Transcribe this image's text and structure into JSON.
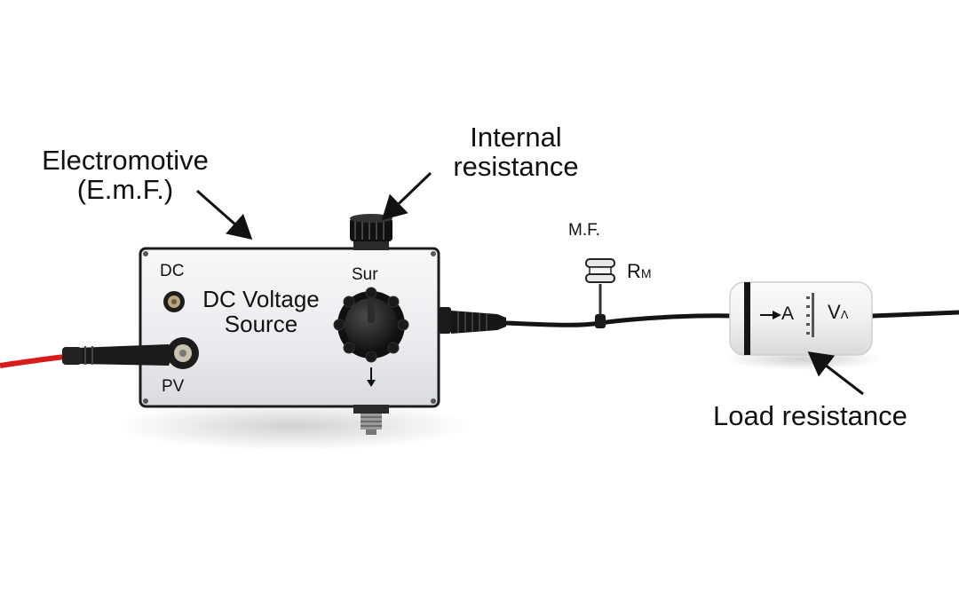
{
  "labels": {
    "emf_line1": "Electromotive",
    "emf_line2": "(E.m.F.)",
    "internal_line1": "Internal",
    "internal_line2": "resistance",
    "dc": "DC",
    "pv": "PV",
    "source_line1": "DC Voltage",
    "source_line2": "Source",
    "sur": "Sur",
    "mf": "M.F.",
    "rm": "R",
    "rm_sub": "M",
    "ammeter": "A",
    "voltmeter": "V",
    "voltmeter_sub": "Λ",
    "load": "Load resistance"
  },
  "colors": {
    "box_body": "#eceef0",
    "cable": "#141414",
    "red_wire": "#d81b1b",
    "knob": "#1a1a1a",
    "load_cylinder": "#f2f2f2"
  }
}
